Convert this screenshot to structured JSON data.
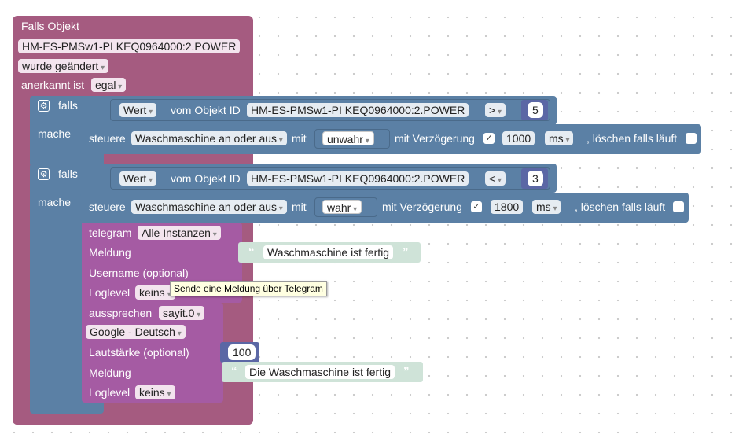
{
  "colors": {
    "event_block": "#a55b80",
    "logic_block": "#5b80a5",
    "telegram_block": "#a55ba3",
    "text_block": "#cfe3d8",
    "number_block": "#5b67a5",
    "tooltip_bg": "#ffffe1"
  },
  "trigger": {
    "title": "Falls Objekt",
    "object_id": "HM-ES-PMSw1-PI KEQ0964000:2.POWER",
    "event_option": "wurde geändert",
    "ack_label": "anerkannt ist",
    "ack_option": "egal"
  },
  "if1": {
    "falls_label": "falls",
    "mache_label": "mache",
    "value_option": "Wert",
    "object_label": "vom Objekt ID",
    "object_id": "HM-ES-PMSw1-PI KEQ0964000:2.POWER",
    "operator": ">",
    "number": "5",
    "control": {
      "label": "steuere",
      "target": "Waschmaschine an oder aus",
      "mit_label": "mit",
      "value_option": "unwahr",
      "delay_label": "mit Verzögerung",
      "check": "✓",
      "delay_value": "1000",
      "unit_option": "ms",
      "clear_label": ", löschen falls läuft"
    }
  },
  "if2": {
    "falls_label": "falls",
    "mache_label": "mache",
    "value_option": "Wert",
    "object_label": "vom Objekt ID",
    "object_id": "HM-ES-PMSw1-PI KEQ0964000:2.POWER",
    "operator": "<",
    "number": "3",
    "control": {
      "label": "steuere",
      "target": "Waschmaschine an oder aus",
      "mit_label": "mit",
      "value_option": "wahr",
      "delay_label": "mit Verzögerung",
      "check": "✓",
      "delay_value": "1800",
      "unit_option": "ms",
      "clear_label": ", löschen falls läuft"
    }
  },
  "telegram": {
    "label": "telegram",
    "instance_option": "Alle Instanzen",
    "message_label": "Meldung",
    "message_text": "Waschmaschine ist fertig",
    "username_label": "Username (optional)",
    "loglevel_label": "Loglevel",
    "loglevel_option": "keins",
    "tooltip": "Sende eine Meldung über Telegram"
  },
  "sayit": {
    "label": "aussprechen",
    "instance_option": "sayit.0",
    "language_option": "Google - Deutsch",
    "volume_label": "Lautstärke (optional)",
    "volume_value": "100",
    "message_label": "Meldung",
    "message_text": "Die Waschmaschine ist fertig",
    "loglevel_label": "Loglevel",
    "loglevel_option": "keins"
  },
  "quotes": {
    "open": "“",
    "close": "”"
  }
}
